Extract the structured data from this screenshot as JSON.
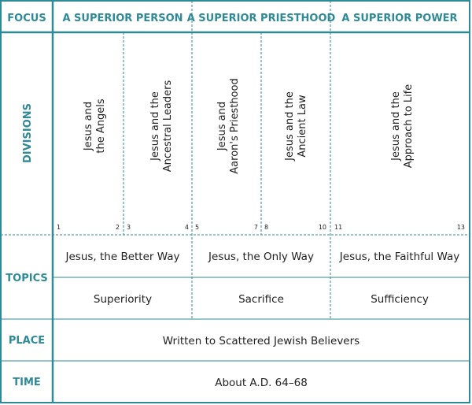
{
  "colors": {
    "accent": "#2e8a96",
    "text": "#222222",
    "background": "#ffffff"
  },
  "rows": {
    "focus": "FOCUS",
    "divisions": "DIVISIONS",
    "topics": "TOPICS",
    "place": "PLACE",
    "time": "TIME"
  },
  "focus": [
    "A SUPERIOR PERSON",
    "A SUPERIOR PRIESTHOOD",
    "A SUPERIOR POWER"
  ],
  "divisions": [
    {
      "line1": "Jesus and",
      "line2": "the Angels",
      "start": "1",
      "end": "2"
    },
    {
      "line1": "Jesus and the",
      "line2": "Ancestral Leaders",
      "start": "3",
      "end": "4"
    },
    {
      "line1": "Jesus and",
      "line2": "Aaron's Priesthood",
      "start": "5",
      "end": "7"
    },
    {
      "line1": "Jesus and the",
      "line2": "Ancient Law",
      "start": "8",
      "end": "10"
    },
    {
      "line1": "Jesus and the",
      "line2": "Approach to Life",
      "start": "11",
      "end": "13"
    }
  ],
  "topics": {
    "row1": [
      "Jesus, the Better Way",
      "Jesus, the Only Way",
      "Jesus, the Faithful Way"
    ],
    "row2": [
      "Superiority",
      "Sacrifice",
      "Sufficiency"
    ]
  },
  "place": "Written to Scattered Jewish Believers",
  "time": "About A.D. 64–68"
}
